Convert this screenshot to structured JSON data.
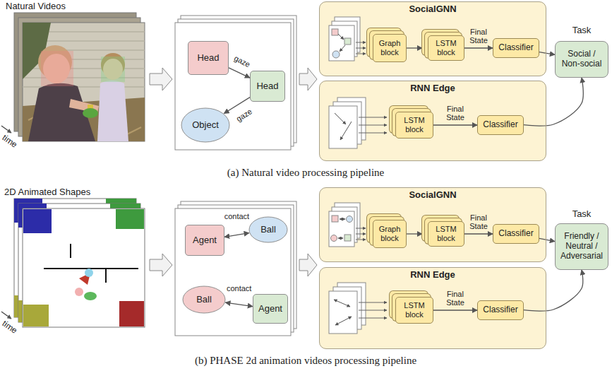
{
  "diagram": {
    "nodes": [
      {
        "text": [
          "Head"
        ]
      },
      {
        "text": [
          "Head"
        ]
      },
      {
        "text": [
          "Object"
        ]
      },
      {
        "text": [
          "SocialGNN"
        ]
      },
      {
        "text": [
          "Graph block"
        ],
        "in": 3
      },
      {
        "text": [
          "LSTM block"
        ],
        "in": 3
      },
      {
        "text": [
          "Classifier"
        ],
        "in": 3
      },
      {
        "text": [
          "RNN Edge"
        ]
      },
      {
        "text": [
          "LSTM block"
        ],
        "in": 7
      },
      {
        "text": [
          "Classifier"
        ],
        "in": 7
      },
      {
        "text": [
          "Social / Non-social"
        ]
      },
      {
        "text": [
          "Agent"
        ]
      },
      {
        "text": [
          "Ball"
        ]
      },
      {
        "text": [
          "Ball"
        ]
      },
      {
        "text": [
          "Agent"
        ]
      },
      {
        "text": [
          "SocialGNN"
        ]
      },
      {
        "text": [
          "Graph block"
        ],
        "in": 15
      },
      {
        "text": [
          "LSTM block"
        ],
        "in": 15
      },
      {
        "text": [
          "Classifier"
        ],
        "in": 15
      },
      {
        "text": [
          "RNN Edge"
        ]
      },
      {
        "text": [
          "LSTM block"
        ],
        "in": 19
      },
      {
        "text": [
          "Classifier"
        ],
        "in": 19
      },
      {
        "text": [
          "Friendly / Neutral / Adversarial"
        ]
      }
    ],
    "edges": [
      {
        "from": 0,
        "to": 1,
        "label": "gaze",
        "arrow": "to"
      },
      {
        "from": 1,
        "to": 2,
        "label": "gaze",
        "arrow": "to"
      },
      {
        "from": 4,
        "to": 5,
        "arrow": "to"
      },
      {
        "from": 5,
        "to": 6,
        "label": "Final State",
        "arrow": "to"
      },
      {
        "from": 6,
        "to": 10,
        "arrow": "to"
      },
      {
        "from": 8,
        "to": 9,
        "label": "Final State",
        "arrow": "to"
      },
      {
        "from": 9,
        "to": 10,
        "arrow": "to"
      },
      {
        "from": 11,
        "to": 12,
        "label": "contact",
        "arrow": "both"
      },
      {
        "from": 13,
        "to": 14,
        "label": "contact",
        "arrow": "both"
      },
      {
        "from": 16,
        "to": 17,
        "arrow": "to"
      },
      {
        "from": 17,
        "to": 18,
        "label": "Final State",
        "arrow": "to"
      },
      {
        "from": 18,
        "to": 22,
        "arrow": "to"
      },
      {
        "from": 20,
        "to": 21,
        "label": "Final State",
        "arrow": "to"
      },
      {
        "from": 21,
        "to": 22,
        "arrow": "to"
      }
    ],
    "labels": [
      "Natural Videos",
      "time",
      "Task",
      "(a) Natural video processing pipeline",
      "2D Animated Shapes",
      "time",
      "Task",
      "(b) PHASE 2d animation videos processing pipeline"
    ]
  }
}
